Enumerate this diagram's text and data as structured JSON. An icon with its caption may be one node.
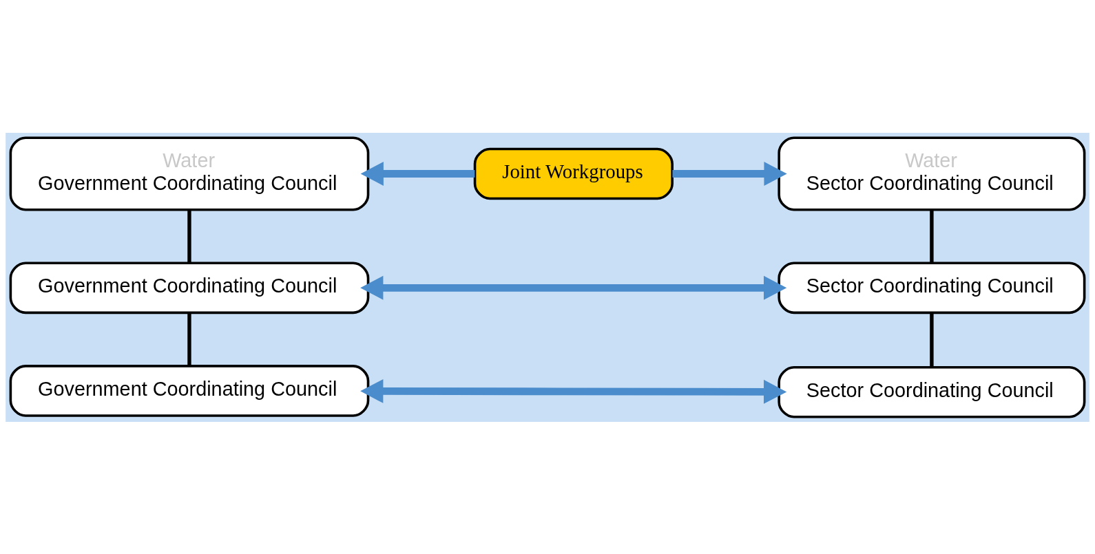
{
  "diagram": {
    "nodes": [
      {
        "text": [
          "Water",
          "Government Coordinating Council"
        ]
      },
      {
        "text": [
          "Joint Workgroups"
        ]
      },
      {
        "text": [
          "Water",
          "Sector Coordinating Council"
        ]
      },
      {
        "text": [
          "Government Coordinating Council"
        ]
      },
      {
        "text": [
          "Sector Coordinating Council"
        ]
      },
      {
        "text": [
          "Government Coordinating Council"
        ]
      },
      {
        "text": [
          "Sector Coordinating Council"
        ]
      }
    ],
    "edges": [
      {
        "from": 1,
        "to": 0,
        "arrow": "to",
        "style": "thick",
        "color": "#4a8ccc"
      },
      {
        "from": 1,
        "to": 2,
        "arrow": "to",
        "style": "thick",
        "color": "#4a8ccc"
      },
      {
        "from": 3,
        "to": 4,
        "arrow": "both",
        "style": "thick",
        "color": "#4a8ccc"
      },
      {
        "from": 5,
        "to": 6,
        "arrow": "both",
        "style": "thick",
        "color": "#4a8ccc"
      },
      {
        "from": 0,
        "to": 3,
        "arrow": "none",
        "color": "#000000"
      },
      {
        "from": 3,
        "to": 5,
        "arrow": "none",
        "color": "#000000"
      },
      {
        "from": 2,
        "to": 4,
        "arrow": "none",
        "color": "#000000"
      },
      {
        "from": 4,
        "to": 6,
        "arrow": "none",
        "color": "#000000"
      }
    ]
  }
}
